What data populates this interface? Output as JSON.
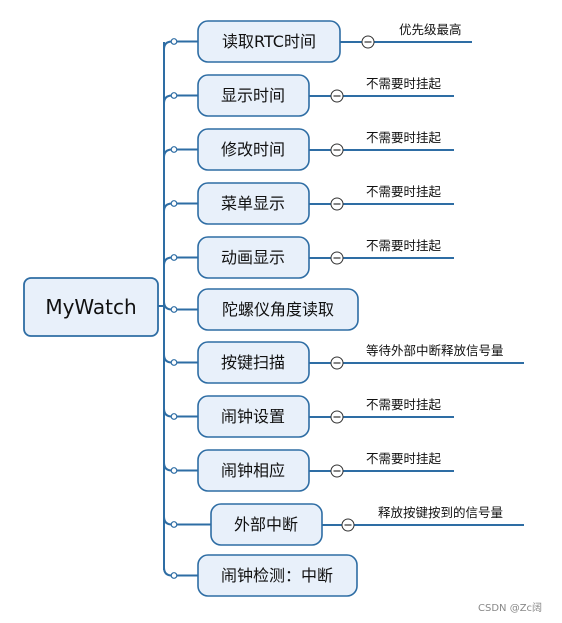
{
  "root": {
    "label": "MyWatch"
  },
  "branches": [
    {
      "label": "读取RTC时间",
      "note": "优先级最高"
    },
    {
      "label": "显示时间",
      "note": "不需要时挂起"
    },
    {
      "label": "修改时间",
      "note": "不需要时挂起"
    },
    {
      "label": "菜单显示",
      "note": "不需要时挂起"
    },
    {
      "label": "动画显示",
      "note": "不需要时挂起"
    },
    {
      "label": "陀螺仪角度读取",
      "note": ""
    },
    {
      "label": "按键扫描",
      "note": "等待外部中断释放信号量"
    },
    {
      "label": "闹钟设置",
      "note": "不需要时挂起"
    },
    {
      "label": "闹钟相应",
      "note": "不需要时挂起"
    },
    {
      "label": "外部中断",
      "note": "释放按键按到的信号量"
    },
    {
      "label": "闹钟检测：中断",
      "note": ""
    }
  ],
  "watermark": "CSDN @Zc阔",
  "colors": {
    "node_fill": "#e8f0fa",
    "node_border": "#2e6da4",
    "connector": "#2e6da4"
  },
  "icons": {
    "collapse": "collapse-minus-icon",
    "connector_knob": "connector-knob-icon"
  }
}
